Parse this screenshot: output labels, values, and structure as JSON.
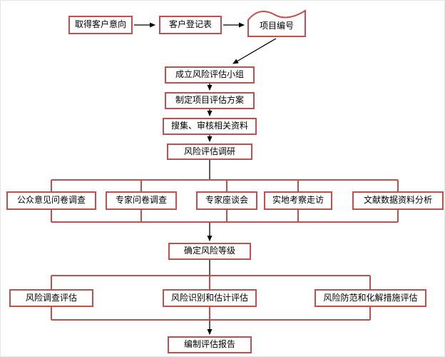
{
  "diagram": {
    "type": "flowchart",
    "language": "zh-CN",
    "colors": {
      "node_border": "#C0504D",
      "rail_connector": "#C0504D",
      "arrow": "#000000",
      "node_fill": "#FFFFFF",
      "text": "#000000",
      "background": "#FFFFFF"
    },
    "nodes": {
      "obtain_intent": {
        "label": "取得客户意向",
        "shape": "rect"
      },
      "registration_form": {
        "label": "客户登记表",
        "shape": "rect"
      },
      "project_number": {
        "label": "项目编号",
        "shape": "tape"
      },
      "setup_team": {
        "label": "成立风险评估小组",
        "shape": "rect"
      },
      "make_plan": {
        "label": "制定项目评估方案",
        "shape": "rect"
      },
      "collect_review": {
        "label": "搜集、审核相关资料",
        "shape": "rect"
      },
      "risk_research": {
        "label": "风险评估调研",
        "shape": "rect"
      },
      "public_survey": {
        "label": "公众意见问卷调查",
        "shape": "rect"
      },
      "expert_survey": {
        "label": "专家问卷调查",
        "shape": "rect"
      },
      "expert_forum": {
        "label": "专家座谈会",
        "shape": "rect"
      },
      "field_visit": {
        "label": "实地考察走访",
        "shape": "rect"
      },
      "literature_analysis": {
        "label": "文献数据资料分析",
        "shape": "rect"
      },
      "risk_level": {
        "label": "确定风险等级",
        "shape": "rect"
      },
      "risk_survey_eval": {
        "label": "风险调查评估",
        "shape": "rect"
      },
      "risk_identify_eval": {
        "label": "风险识别和估计评估",
        "shape": "rect"
      },
      "risk_prevention_eval": {
        "label": "风险防范和化解措施评估",
        "shape": "rect"
      },
      "report": {
        "label": "编制评估报告",
        "shape": "rect"
      }
    },
    "edges": [
      {
        "from": "obtain_intent",
        "to": "registration_form"
      },
      {
        "from": "registration_form",
        "to": "project_number"
      },
      {
        "from": "project_number",
        "to": "setup_team"
      },
      {
        "from": "setup_team",
        "to": "make_plan"
      },
      {
        "from": "make_plan",
        "to": "collect_review"
      },
      {
        "from": "collect_review",
        "to": "risk_research"
      },
      {
        "from": "risk_research",
        "to": "public_survey"
      },
      {
        "from": "risk_research",
        "to": "expert_survey"
      },
      {
        "from": "risk_research",
        "to": "expert_forum"
      },
      {
        "from": "risk_research",
        "to": "field_visit"
      },
      {
        "from": "risk_research",
        "to": "literature_analysis"
      },
      {
        "from": "public_survey",
        "to": "risk_level"
      },
      {
        "from": "expert_survey",
        "to": "risk_level"
      },
      {
        "from": "expert_forum",
        "to": "risk_level"
      },
      {
        "from": "field_visit",
        "to": "risk_level"
      },
      {
        "from": "literature_analysis",
        "to": "risk_level"
      },
      {
        "from": "risk_level",
        "to": "risk_survey_eval"
      },
      {
        "from": "risk_level",
        "to": "risk_identify_eval"
      },
      {
        "from": "risk_level",
        "to": "risk_prevention_eval"
      },
      {
        "from": "risk_survey_eval",
        "to": "report"
      },
      {
        "from": "risk_identify_eval",
        "to": "report"
      },
      {
        "from": "risk_prevention_eval",
        "to": "report"
      }
    ]
  }
}
